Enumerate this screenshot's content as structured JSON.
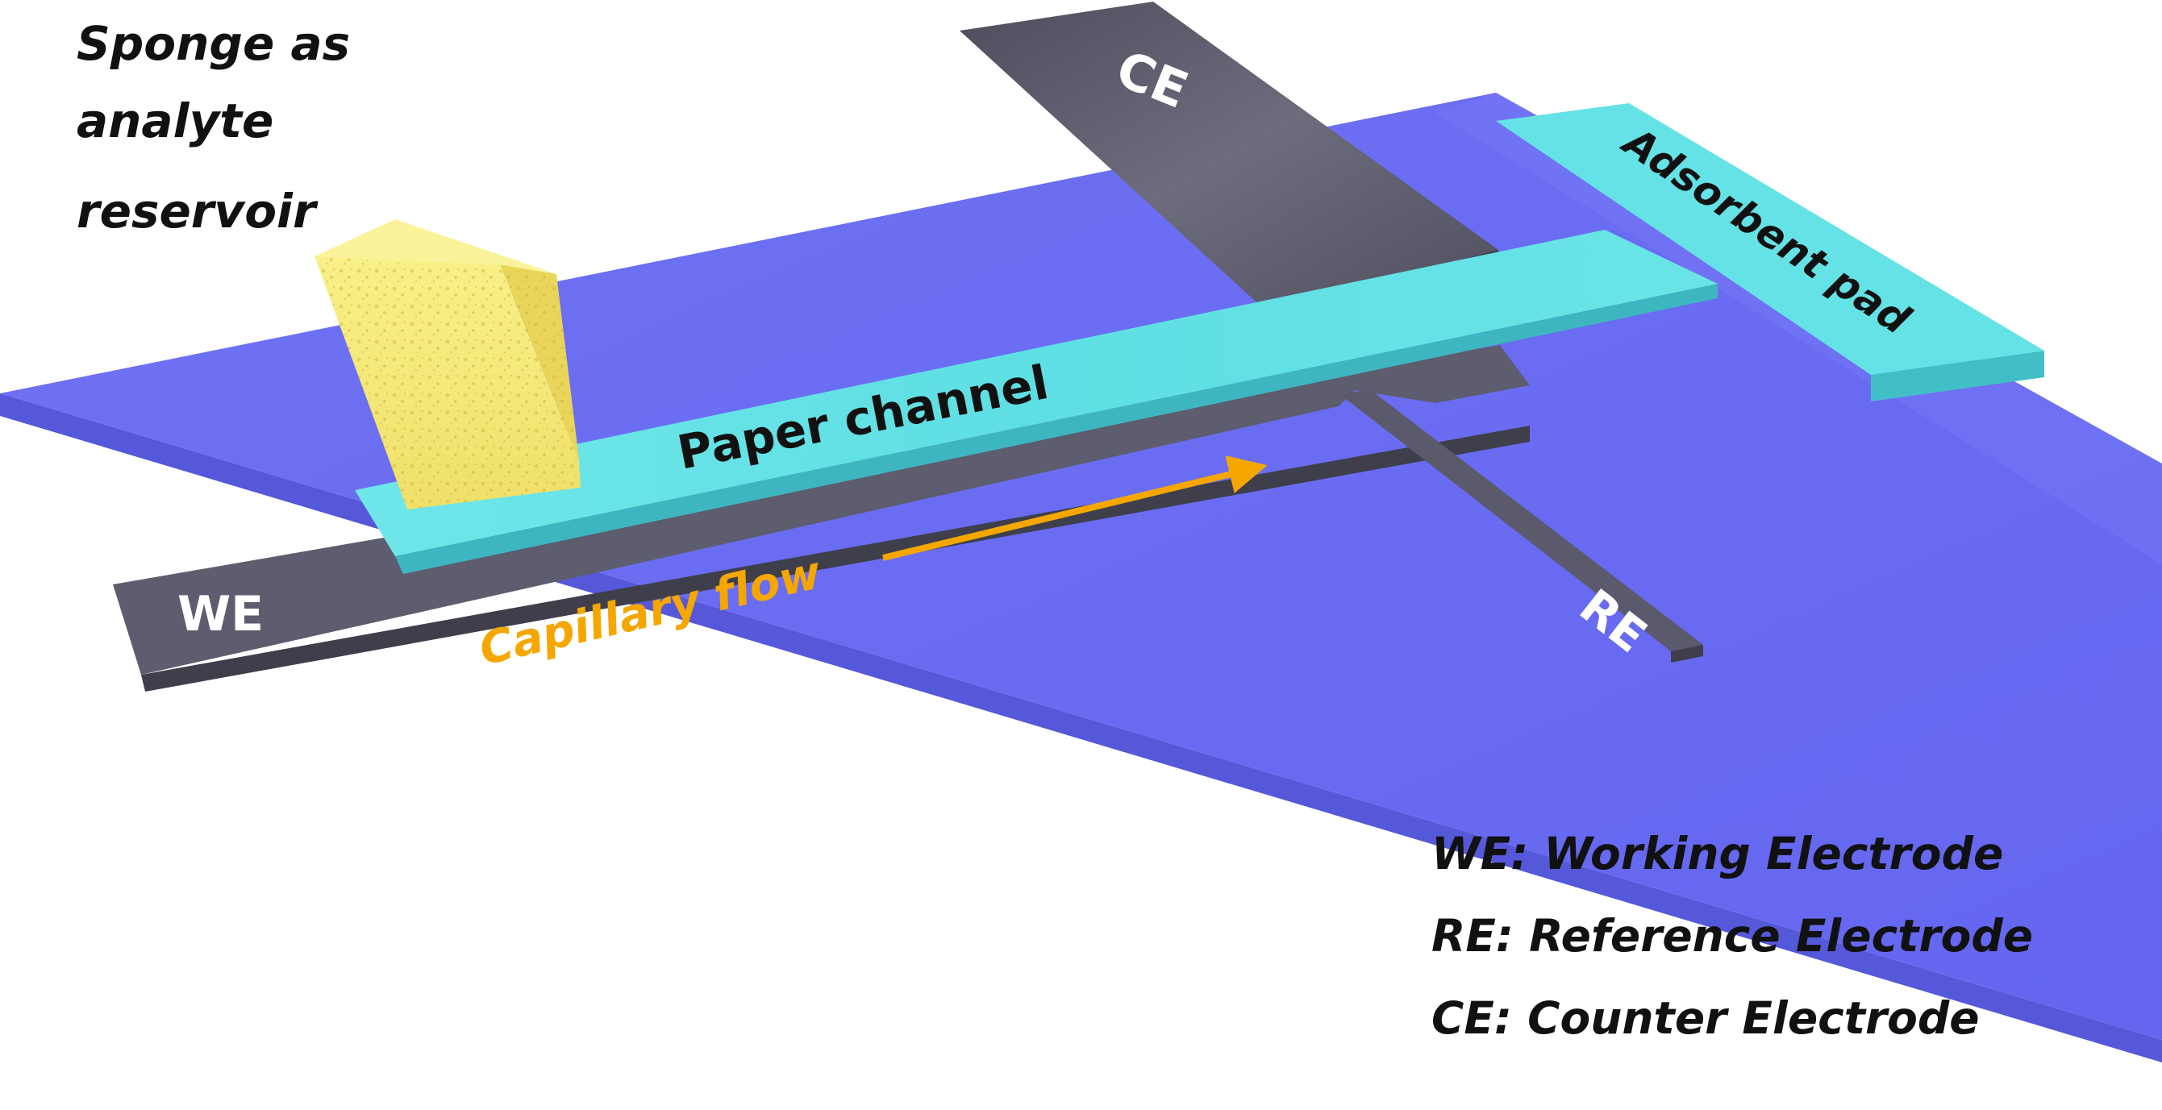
{
  "labels": {
    "sponge": [
      "Sponge as",
      "analyte",
      "reservoir"
    ],
    "counter_electrode": "CE",
    "adsorbent_pad": "Adsorbent pad",
    "paper_channel": "Paper channel",
    "working_electrode": "WE",
    "reference_electrode": "RE",
    "capillary_flow": "Capillary flow"
  },
  "legend": [
    "WE: Working Electrode",
    "RE: Reference Electrode",
    "CE: Counter Electrode"
  ],
  "colors": {
    "substrate": "#6a6ef2",
    "electrode": "#5b5b6e",
    "paper": "#5fe0e3",
    "sponge": "#f5ea7a",
    "flow_arrow": "#f5a700",
    "text": "#111111",
    "electrode_text": "#ffffff"
  }
}
